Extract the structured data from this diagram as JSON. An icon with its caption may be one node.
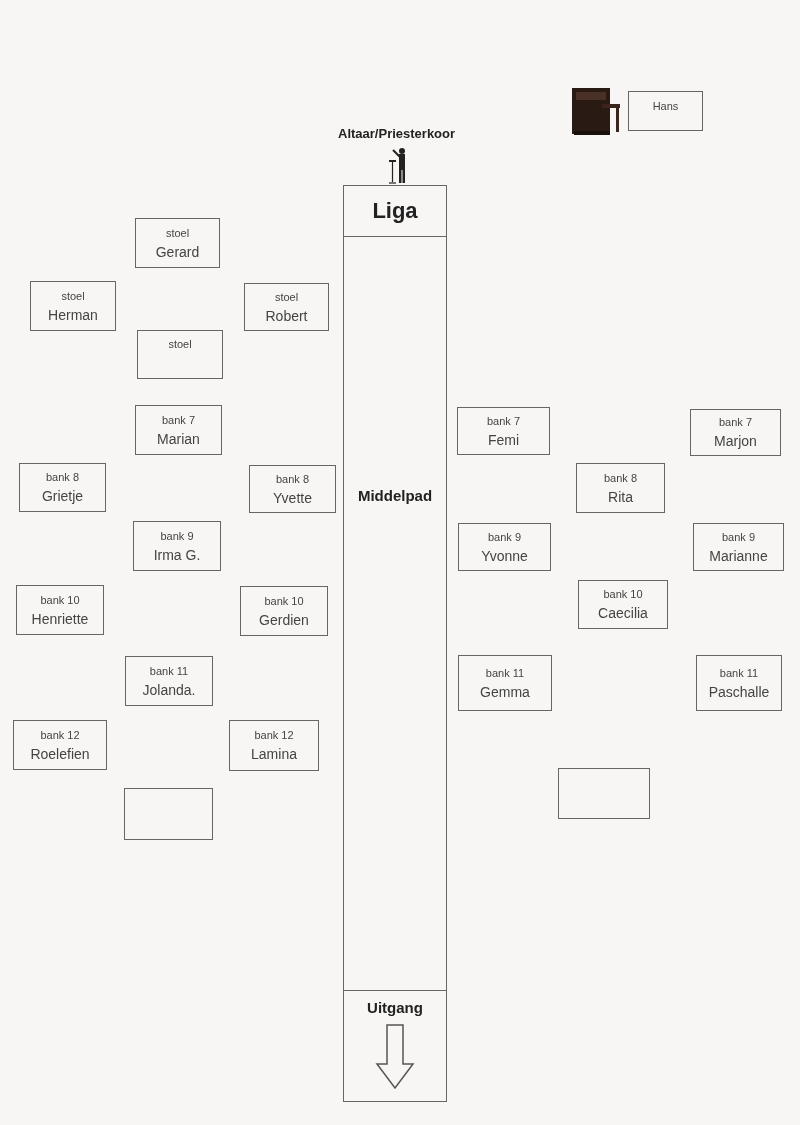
{
  "diagram": {
    "nodes": [
      {
        "text": [
          "Hans"
        ]
      },
      {
        "text": [
          "Liga"
        ]
      },
      {
        "text": [
          "stoel",
          "Gerard"
        ]
      },
      {
        "text": [
          "stoel",
          "Herman"
        ]
      },
      {
        "text": [
          "stoel",
          "Robert"
        ]
      },
      {
        "text": [
          "stoel"
        ]
      },
      {
        "text": [
          "bank 7",
          "Marian"
        ]
      },
      {
        "text": [
          "bank 7",
          "Femi"
        ]
      },
      {
        "text": [
          "bank 7",
          "Marjon"
        ]
      },
      {
        "text": [
          "bank 8",
          "Grietje"
        ]
      },
      {
        "text": [
          "bank 8",
          "Yvette"
        ]
      },
      {
        "text": [
          "Middelpad"
        ]
      },
      {
        "text": [
          "bank 8",
          "Rita"
        ]
      },
      {
        "text": [
          "bank 9",
          "Irma G."
        ]
      },
      {
        "text": [
          "bank 9",
          "Yvonne"
        ]
      },
      {
        "text": [
          "bank 9",
          "Marianne"
        ]
      },
      {
        "text": [
          "bank 10",
          "Henriette"
        ]
      },
      {
        "text": [
          "bank 10",
          "Gerdien"
        ]
      },
      {
        "text": [
          "bank 10",
          "Caecilia"
        ]
      },
      {
        "text": [
          "bank 11",
          "Jolanda."
        ]
      },
      {
        "text": [
          "bank 11",
          "Gemma"
        ]
      },
      {
        "text": [
          "bank 11",
          "Paschalle"
        ]
      },
      {
        "text": [
          "bank 12",
          "Roelefien"
        ]
      },
      {
        "text": [
          "bank 12",
          "Lamina"
        ]
      },
      {
        "text": [],
        "shape": "box"
      },
      {
        "text": [],
        "shape": "box"
      },
      {
        "text": [
          "Uitgang"
        ]
      }
    ],
    "labels": [
      "Altaar/Priesterkoor"
    ]
  }
}
